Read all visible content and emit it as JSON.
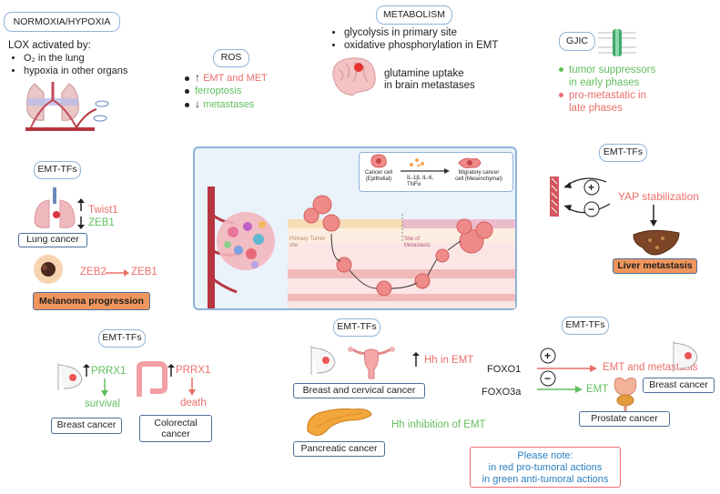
{
  "normoxia": {
    "title": "NORMOXIA/HYPOXIA",
    "lead": "LOX activated by:",
    "items": [
      "O₂ in the lung",
      "hypoxia in other organs"
    ]
  },
  "ros": {
    "title": "ROS",
    "items": [
      {
        "text": "EMT and MET",
        "color": "red",
        "arrow": "up"
      },
      {
        "text": "ferroptosis",
        "color": "green",
        "arrow": "none"
      },
      {
        "text": "metastases",
        "color": "green",
        "arrow": "down"
      }
    ]
  },
  "metabolism": {
    "title": "METABOLISM",
    "items": [
      "glycolysis in primary site",
      "oxidative phosphorylation in EMT"
    ],
    "brain_text": "glutamine uptake\nin brain metastases"
  },
  "gjic": {
    "title": "GJIC",
    "items": [
      {
        "text": "tumor suppressors\nin early phases",
        "color": "green"
      },
      {
        "text": "pro-metastatic in\nlate phases",
        "color": "red"
      }
    ]
  },
  "center": {
    "cell_left": "Cancer cell\n(Epithelial)",
    "cytokines": "IL-1β, IL-6,\nTNFα",
    "cell_right": "Migratory cancer\ncell (Mesenchymal)",
    "primary_site": "Primary Tumor\nsite",
    "metastasis_site": "Site of\nMetastasis"
  },
  "lung": {
    "title": "EMT-TFs",
    "twist": "Twist1",
    "zeb1": "ZEB1",
    "label": "Lung cancer",
    "zeb2": "ZEB2",
    "zeb1b": "ZEB1",
    "melanoma": "Melanoma progression"
  },
  "liver": {
    "title": "EMT-TFs",
    "plus": "+",
    "minus": "−",
    "yap": "YAP stabilization",
    "label": "Liver metastasis"
  },
  "breast_colorectal": {
    "title": "EMT-TFs",
    "prrx_left": "PRRX1",
    "survival": "survival",
    "prrx_right": "PRRX1",
    "death": "death",
    "breast": "Breast cancer",
    "colorectal": "Colorectal\ncancer"
  },
  "cervical": {
    "title": "EMT-TFs",
    "hh": "Hh in EMT",
    "label": "Breast and cervical cancer",
    "hh_inhibition": "Hh inhibition of EMT",
    "pancreatic": "Pancreatic cancer"
  },
  "foxo": {
    "title": "EMT-TFs",
    "foxo1": "FOXO1",
    "foxo3a": "FOXO3a",
    "plus": "+",
    "minus": "−",
    "emt_metastasis": "EMT and metastasis",
    "emt": "EMT",
    "breast": "Breast cancer",
    "prostate": "Prostate cancer"
  },
  "note": {
    "line1": "Please note:",
    "line2": "in red pro-tumoral actions",
    "line3": "in green anti-tumoral actions"
  },
  "colors": {
    "red": "#ea6f6a",
    "green": "#62be5e",
    "pill_border": "#8fb3d9",
    "orange": "#f0955c",
    "note_border": "#ef6d72",
    "note_text": "#2a7fc0"
  }
}
